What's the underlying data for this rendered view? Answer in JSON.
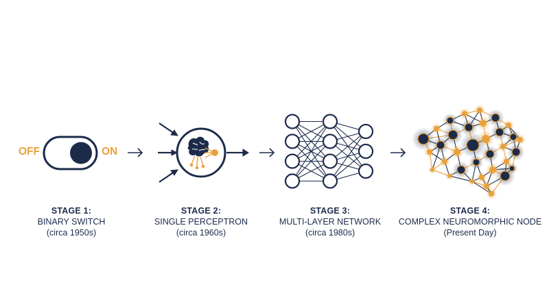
{
  "colors": {
    "navy": "#1c2b4a",
    "orange": "#e9a23b",
    "background": "#ffffff"
  },
  "stage1": {
    "off_label": "OFF",
    "on_label": "ON",
    "title": "STAGE 1:",
    "name": "BINARY SWITCH",
    "era": "(circa 1950s)"
  },
  "stage2": {
    "title": "STAGE 2:",
    "name": "SINGLE PERCEPTRON",
    "era": "(circa 1960s)"
  },
  "stage3": {
    "title": "STAGE 3:",
    "name": "MULTI-LAYER NETWORK",
    "era": "(circa 1980s)",
    "layer_sizes": [
      4,
      4,
      3
    ]
  },
  "stage4": {
    "title": "STAGE 4:",
    "name": "COMPLEX NEUROMORPHIC NODE",
    "era": "(Present Day)"
  },
  "icons": [
    "toggle-switch-icon",
    "perceptron-icon",
    "neural-network-icon",
    "brain-network-icon",
    "arrow-right-icon"
  ]
}
